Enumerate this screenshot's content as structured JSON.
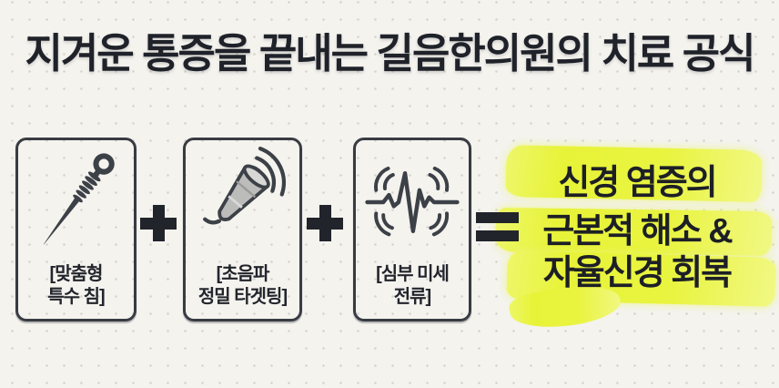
{
  "title": "지겨운 통증을 끝내는 길음한의원의 치료 공식",
  "formula": {
    "plus_symbol": "+",
    "equals_symbol": "=",
    "items": [
      {
        "id": "custom-needle",
        "icon": "acupuncture-needle-icon",
        "label": [
          "[맞춤형",
          "특수 침]"
        ]
      },
      {
        "id": "ultrasound-targeting",
        "icon": "ultrasound-probe-icon",
        "label": [
          "[초음파",
          "정밀 타겟팅]"
        ]
      },
      {
        "id": "deep-microcurrent",
        "icon": "microcurrent-wave-icon",
        "label": [
          "[심부 미세",
          "전류]"
        ]
      }
    ],
    "result": {
      "lines": [
        "신경 염증의",
        "근본적 해소 &",
        "자율신경 회복"
      ]
    }
  },
  "colors": {
    "background": "#f4f3ee",
    "dot_grid": "#d5d4cf",
    "text_dark": "#20222a",
    "operator_dark": "#22242c",
    "box_border": "#383b42",
    "icon_stroke": "#3c4047",
    "highlight_yellow": "#e9f23e",
    "highlight_light": "#f1f884",
    "probe_fill": "#bcbcba"
  }
}
